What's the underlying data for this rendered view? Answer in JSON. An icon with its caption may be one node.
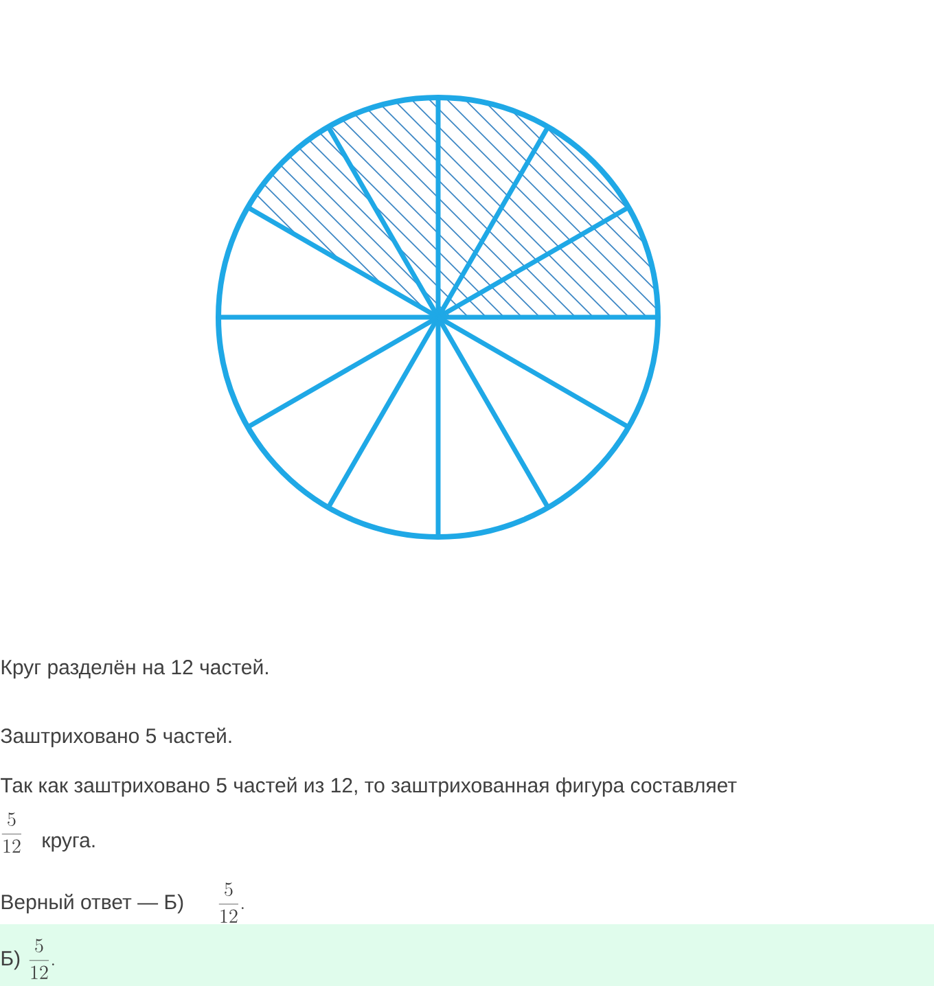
{
  "diagram": {
    "labels": [
      "Круг разделён на 12 частей.",
      "Заштриховано 5 частей.",
      "Так как заштриховано 5 частей из 12, то заштрихованная фигура составляет",
      "\\frac{5}{12}",
      "круга.",
      "Верный ответ — Б)",
      "\\frac{5}{12}.",
      "Б)",
      "\\frac{5}{12}."
    ]
  }
}
